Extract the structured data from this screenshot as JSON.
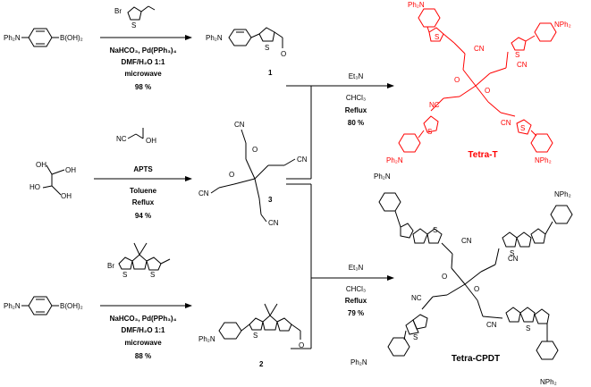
{
  "colors": {
    "red_molecule": "#ff0000",
    "ink": "#000000"
  },
  "reactants": {
    "top_left": {
      "ph2n": "Ph₂N",
      "boronic": "B(OH)₂"
    },
    "top_aldehyde": {
      "br": "Br",
      "s": "S"
    },
    "middle_diol": {
      "oh1": "OH",
      "oh2": "OH",
      "ho1": "HO",
      "oh3": "OH"
    },
    "cyanoacetic": {
      "nc": "NC",
      "oh": "OH"
    },
    "bottom_left": {
      "ph2n": "Ph₂N",
      "boronic": "B(OH)₂"
    },
    "bottom_aldehyde": {
      "br": "Br",
      "s1": "S",
      "s2": "S"
    }
  },
  "step1": {
    "line1": "NaHCO₃, Pd(PPh₃)₄",
    "line2": "DMF/H₂O 1:1",
    "line3": "microwave",
    "yield": "98 %"
  },
  "step2": {
    "line1": "APTS",
    "line2": "Toluene",
    "line3": "Reflux",
    "yield": "94 %"
  },
  "step3": {
    "line1": "NaHCO₃, Pd(PPh₃)₄",
    "line2": "DMF/H₂O 1:1",
    "line3": "microwave",
    "yield": "88 %"
  },
  "step4": {
    "line1": "Et₃N",
    "line2": "CHCl₃",
    "line3": "Reflux",
    "yield": "80 %"
  },
  "step5": {
    "line1": "Et₃N",
    "line2": "CHCl₃",
    "line3": "Reflux",
    "yield": "79 %"
  },
  "compounds": {
    "c1": {
      "number": "1",
      "ph2n": "Ph₂N",
      "s": "S",
      "o": "O"
    },
    "c3": {
      "number": "3",
      "cn": "CN",
      "o": "O"
    },
    "c2": {
      "number": "2",
      "ph2n": "Ph₂N",
      "s": "S",
      "o": "O"
    }
  },
  "products": {
    "tetra_t": {
      "name": "Tetra-T",
      "nph2": "NPh₂",
      "ph2n": "Ph₂N",
      "cn": "CN",
      "nc": "NC",
      "s": "S",
      "o": "O"
    },
    "tetra_cpdt": {
      "name": "Tetra-CPDT",
      "nph2": "NPh₂",
      "ph2n": "Ph₂N",
      "cn": "CN",
      "nc": "NC",
      "s": "S",
      "o": "O"
    }
  }
}
